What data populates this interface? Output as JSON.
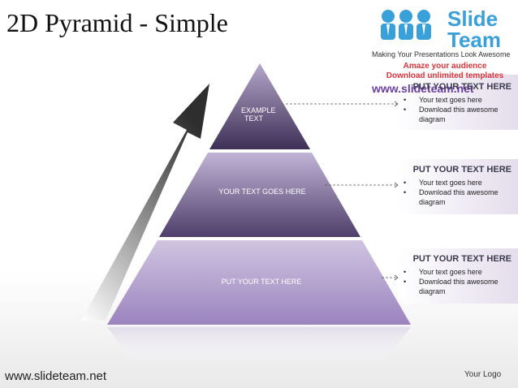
{
  "slide": {
    "title": "2D Pyramid - Simple",
    "footer_url": "www.slideteam.net",
    "footer_logo": "Your Logo"
  },
  "logo": {
    "line1": "Slide",
    "line2": "Team",
    "tagline": "Making Your Presentations Look Awesome",
    "promo1": "Amaze your audience",
    "promo2": "Download unlimited templates",
    "website": "www.slideteam.net"
  },
  "pyramid": {
    "tiers": [
      {
        "label_line1": "EXAMPLE",
        "label_line2": "TEXT"
      },
      {
        "label": "YOUR TEXT GOES HERE"
      },
      {
        "label": "PUT YOUR TEXT HERE"
      }
    ]
  },
  "panels": [
    {
      "heading": "PUT YOUR TEXT HERE",
      "bullet1": "Your text goes here",
      "bullet2": "Download this awesome",
      "bullet2_cont": "diagram"
    },
    {
      "heading": "PUT YOUR TEXT HERE",
      "bullet1": "Your text goes here",
      "bullet2": "Download this awesome",
      "bullet2_cont": "diagram"
    },
    {
      "heading": "PUT YOUR TEXT HERE",
      "bullet1": "Your text goes here",
      "bullet2": "Download this awesome",
      "bullet2_cont": "diagram"
    }
  ],
  "colors": {
    "tier_top": "#6e5a8e",
    "tier_mid": "#7e6a9e",
    "tier_bottom": "#a58fc4",
    "panel_bg": "#e9e4f0",
    "arrow": "#3a3a3a",
    "logo_blue": "#3aa0da"
  }
}
